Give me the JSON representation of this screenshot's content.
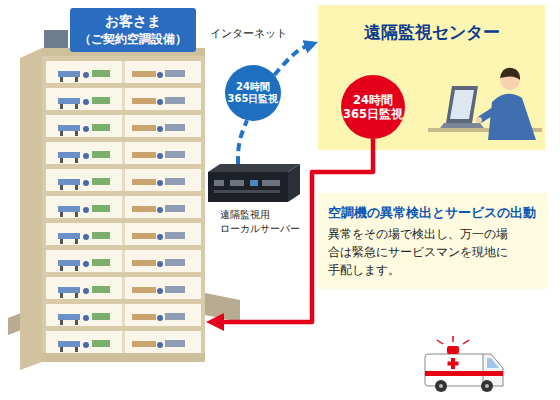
{
  "diagram": {
    "nodes": [
      {
        "text": [
          "お客さま",
          "（ご契約空調設備）"
        ]
      },
      {
        "text": [
          "遠隔監視用 ローカルサーバー"
        ]
      },
      {
        "text": [
          "24時間 365日監視"
        ]
      },
      {
        "text": [
          "遠隔監視センター"
        ]
      },
      {
        "text": [
          "24時間 365日監視"
        ],
        "in": 3
      },
      {
        "text": [
          "空調機の異常検出とサービスの出動",
          "異常をその場で検出し、万一の場 合は緊急にサービスマンを現地に 手配します。"
        ]
      }
    ],
    "edges": [
      {
        "from": 1,
        "to": 2,
        "arrow": "none"
      },
      {
        "from": 2,
        "to": 3,
        "arrow": "to"
      },
      {
        "from": 4,
        "to": 0,
        "arrow": "to"
      }
    ],
    "labels": [
      "インターネット"
    ]
  }
}
